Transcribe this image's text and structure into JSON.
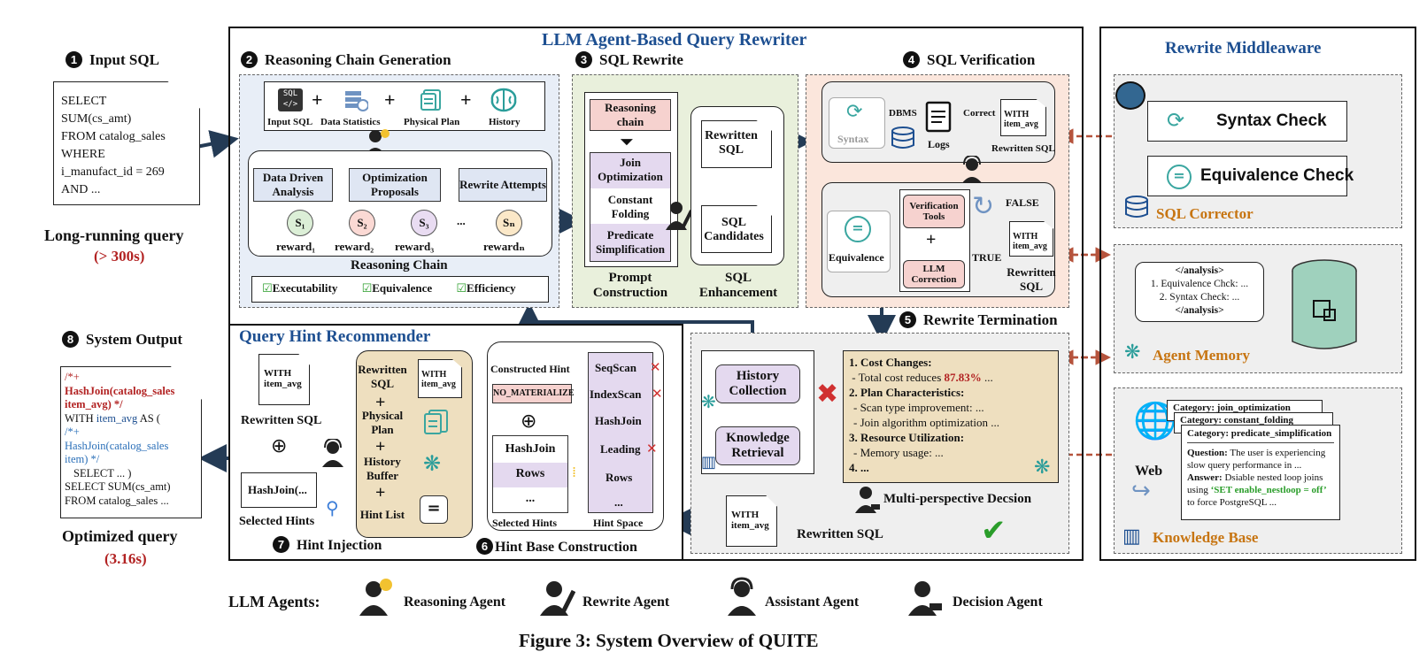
{
  "title": "LLM Agent-Based Query Rewriter",
  "input": {
    "num": "1",
    "heading": "Input SQL",
    "lines": [
      "SELECT",
      "SUM(cs_amt)",
      "FROM catalog_sales",
      "WHERE",
      "i_manufact_id = 269",
      "AND ..."
    ],
    "caption": "Long-running query",
    "time": "(> 300s)"
  },
  "s2": {
    "num": "2",
    "heading": "Reasoning Chain Generation",
    "inputs": [
      "Input SQL",
      "Data Statistics",
      "Physical Plan",
      "History"
    ],
    "steps": [
      "Data Driven Analysis",
      "Optimization Proposals",
      "Rewrite Attempts"
    ],
    "states": [
      "S₁",
      "S₂",
      "S₃",
      "Sₙ"
    ],
    "ellipsis": "...",
    "rewards": [
      "reward₁",
      "reward₂",
      "reward₃",
      "rewardₙ"
    ],
    "chain_label": "Reasoning Chain",
    "checks": [
      "Executability",
      "Equivalence",
      "Efficiency"
    ]
  },
  "s3": {
    "num": "3",
    "heading": "SQL Rewrite",
    "reasoning_chain": "Reasoning chain",
    "prompt_items": [
      "Join Optimization",
      "Constant Folding",
      "Predicate Simplification"
    ],
    "rewritten_sql": "Rewritten SQL",
    "sql_candidates": "SQL Candidates",
    "prompt_construction": "Prompt Construction",
    "sql_enhancement": "SQL Enhancement"
  },
  "s4": {
    "num": "4",
    "heading": "SQL Verification",
    "syntax": "Syntax",
    "dbms": "DBMS",
    "logs": "Logs",
    "correct": "Correct",
    "with_doc": "WITH item_avg",
    "rewritten_sql": "Rewritten SQL",
    "verification_tools": "Verification Tools",
    "llm_correction": "LLM Correction",
    "false": "FALSE",
    "true": "TRUE",
    "equivalence": "Equivalence"
  },
  "s5": {
    "num": "5",
    "heading": "Rewrite Termination",
    "history": "History Collection",
    "knowledge": "Knowledge Retrieval",
    "criteria": [
      {
        "title": "1. Cost Changes:",
        "lines": [
          "- Total cost reduces 87.83% ..."
        ]
      },
      {
        "title": "2. Plan Characteristics:",
        "lines": [
          "- Scan type improvement: ...",
          "- Join algorithm optimization ..."
        ]
      },
      {
        "title": "3. Resource Utilization:",
        "lines": [
          "- Memory usage: ..."
        ]
      },
      {
        "title": "4. ...",
        "lines": []
      }
    ],
    "cost_pct": "87.83%",
    "decision": "Multi-perspective Decsion",
    "with_doc": "WITH item_avg",
    "rewritten_sql": "Rewritten SQL"
  },
  "hint": {
    "title": "Query Hint Recommender",
    "with_doc": "WITH item_avg",
    "rewritten_sql": "Rewritten SQL",
    "oplus": "⊕",
    "selected_hint_box": "HashJoin(...",
    "selected_hints": "Selected Hints",
    "buffer_items": [
      "Rewritten SQL",
      "Physical Plan",
      "History Buffer",
      "Hint List"
    ],
    "constructed_hint": "Constructed Hint",
    "no_materialize": "NO_MATERIALIZE",
    "selected_list": [
      "HashJoin",
      "Rows",
      "..."
    ],
    "selected_hints_label": "Selected Hints",
    "hint_space": [
      "SeqScan",
      "IndexScan",
      "HashJoin",
      "Leading",
      "Rows",
      "..."
    ],
    "hint_space_label": "Hint Space",
    "s7": {
      "num": "7",
      "label": "Hint Injection"
    },
    "s6": {
      "num": "6",
      "label": "Hint Base Construction"
    }
  },
  "output": {
    "num": "8",
    "heading": "System Output",
    "lines_red": [
      "/*+",
      "HashJoin(catalog_sales",
      "item_avg) */"
    ],
    "line_with": "WITH",
    "line_with_blue": "item_avg",
    "line_as": "AS (",
    "lines_blue": [
      "/*+",
      "HashJoin(catalog_sales",
      "item) */"
    ],
    "lines_black": [
      "SELECT ... )",
      "SELECT SUM(cs_amt)",
      "FROM catalog_sales ..."
    ],
    "caption": "Optimized query",
    "time": "(3.16s)"
  },
  "middleware": {
    "title": "Rewrite Middleaware",
    "syntax_check": "Syntax Check",
    "equivalence_check": "Equivalence Check",
    "sql_corrector": "SQL Corrector",
    "memory_lines": [
      "</analysis>",
      "1. Equivalence Chck: ...",
      "2. Syntax Check: ...",
      "</analysis>"
    ],
    "agent_memory": "Agent Memory",
    "web": "Web",
    "categories": [
      "Category: join_optimization",
      "Category: constant_folding",
      "Category: predicate_simplification"
    ],
    "question_label": "Question:",
    "question": "The user is experiencing slow query performance in ...",
    "answer_label": "Answer:",
    "answer_pre": "Dsiable nested loop joins using",
    "answer_code": "‘SET enable_nestloop = off’",
    "answer_post": "to force PostgreSQL ...",
    "knowledge_base": "Knowledge Base"
  },
  "legend": {
    "label": "LLM Agents:",
    "agents": [
      "Reasoning Agent",
      "Rewrite Agent",
      "Assistant Agent",
      "Decision Agent"
    ]
  },
  "figure_caption": "Figure 3: System Overview of QUITE",
  "colors": {
    "blue": "#1d4f91",
    "orange": "#c77512",
    "red": "#b22222",
    "green": "#2a9d2a",
    "lightblue_bg": "#e8eef7",
    "green_bg": "#e9f0dc",
    "salmon_bg": "#fbe6dc",
    "gray_bg": "#efefef",
    "tan": "#eedfbf",
    "lavender": "#e4d9ef",
    "pink": "#f6d2cf"
  }
}
